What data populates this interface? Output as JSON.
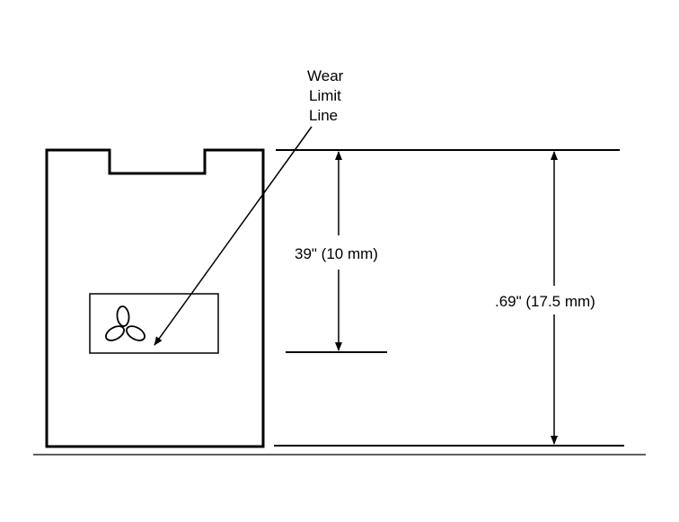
{
  "callout": {
    "line1": "Wear",
    "line2": "Limit",
    "line3": "Line"
  },
  "dimensions": {
    "wear_limit": "39\" (10 mm)",
    "total_thickness": ".69\" (17.5 mm)"
  },
  "colors": {
    "stroke": "#000000",
    "background": "#ffffff"
  }
}
